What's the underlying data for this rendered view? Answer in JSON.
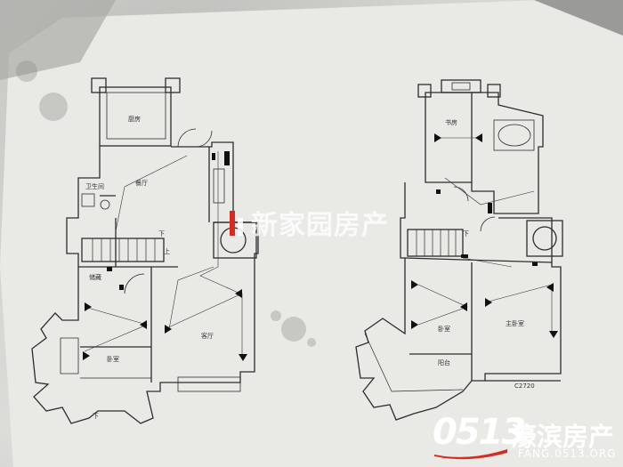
{
  "watermark": {
    "main_text": "新家园房产",
    "brand_number": "0513",
    "brand_name": "濠滨房产",
    "brand_url": "FANG.0513.ORG"
  },
  "plan_left": {
    "rooms": {
      "kitchen": "厨房",
      "dining": "餐厅",
      "toilet": "卫生间",
      "storage": "储藏",
      "living": "客厅",
      "bedroom": "卧室"
    },
    "stair_up": "上",
    "stair_down": "下",
    "entry_down": "下"
  },
  "plan_right": {
    "rooms": {
      "study": "书房",
      "bedroom": "卧室",
      "master_bedroom": "主卧室",
      "balcony": "阳台"
    },
    "stair_down": "下",
    "window_code": "C2720"
  },
  "colors": {
    "line": "#2d2d2d",
    "door_marker": "#111111",
    "watermark_red": "#d62c1f"
  }
}
